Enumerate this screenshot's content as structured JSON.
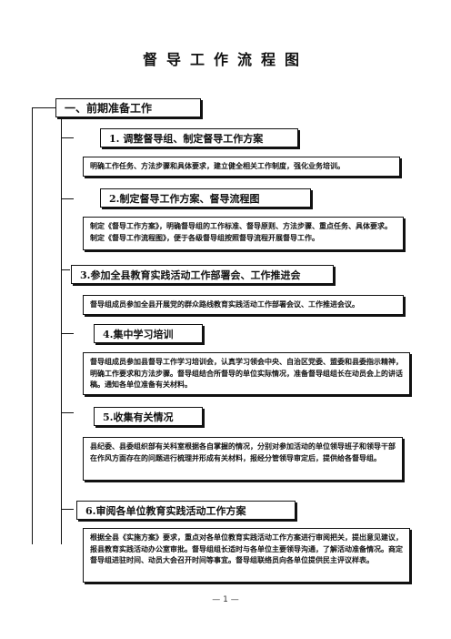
{
  "title": "督导工作流程图",
  "phase": "一、前期准备工作",
  "steps": [
    {
      "heading": "1. 调整督导组、制定督导工作方案",
      "detail": "明确工作任务、方法步骤和具体要求，建立健全相关工作制度，强化业务培训。"
    },
    {
      "heading": "2.制定督导工作方案、督导流程图",
      "detail": "制定《督导工作方案》，明确督导组的工作标准、督导原则、方法步骤、重点任务、具体要求。制定《督导工作流程图》，便于各级督导组按照督导流程开展督导工作。"
    },
    {
      "heading": "3.参加全县教育实践活动工作部署会、工作推进会",
      "detail": "督导组成员参加全县开展党的群众路线教育实践活动工作部署会议、工作推进会议。"
    },
    {
      "heading": "4.集中学习培训",
      "detail": "督导组成员参加县督导工作学习培训会，认真学习领会中央、自治区党委、盟委和县委指示精神，明确工作要求和方法步骤。督导组结合所督导的单位实际情况，准备督导组组长在动员会上的讲话稿。通知各单位准备有关材料。"
    },
    {
      "heading": "5.收集有关情况",
      "detail": "县纪委、县委组织部有关科室根据各自掌握的情况，分别对参加活动的单位领导班子和领导干部在作风方面存在的问题进行梳理并形成有关材料，报经分管领导审定后，提供给各督导组。"
    },
    {
      "heading": "6.审阅各单位教育实践活动工作方案",
      "detail": "根据全县《实施方案》要求，重点对各单位教育实践活动工作方案进行审阅把关，提出意见建议，报县教育实践活动办公室审批。督导组组长适时与各单位主要领导沟通，了解活动准备情况。商定督导组进驻时间、动员大会召开时间等事宜。督导组联络员向各单位提供民主评议样表。"
    }
  ],
  "page_number": "— 1 —"
}
